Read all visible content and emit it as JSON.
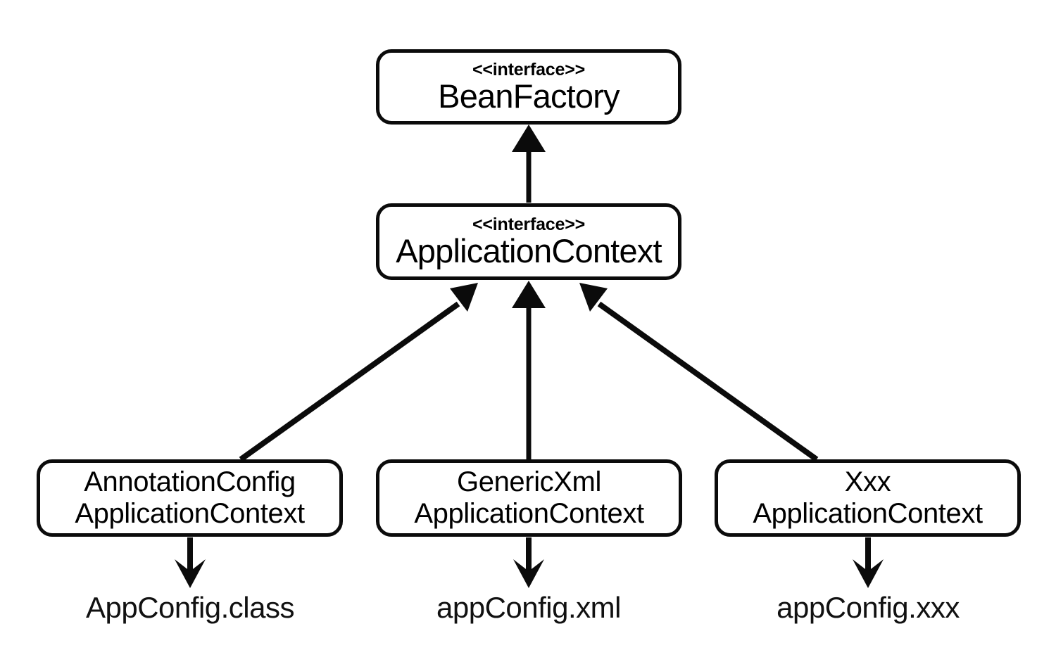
{
  "diagram": {
    "type": "uml-class-hierarchy",
    "background_color": "#ffffff",
    "stroke_color": "#0b0b0b",
    "text_color": "#000000"
  },
  "nodes": {
    "beanfactory": {
      "stereotype": "<<interface>>",
      "title": "BeanFactory"
    },
    "applicationcontext": {
      "stereotype": "<<interface>>",
      "title": "ApplicationContext"
    },
    "annotationconfig": {
      "title_line1": "AnnotationConfig",
      "title_line2": "ApplicationContext"
    },
    "genericxml": {
      "title_line1": "GenericXml",
      "title_line2": "ApplicationContext"
    },
    "xxx": {
      "title_line1": "Xxx",
      "title_line2": "ApplicationContext"
    }
  },
  "resources": {
    "appconfig_class": "AppConfig.class",
    "appconfig_xml": "appConfig.xml",
    "appconfig_xxx": "appConfig.xxx"
  },
  "connectors": [
    {
      "name": "applicationcontext-extends-beanfactory",
      "from": "applicationcontext",
      "to": "beanfactory",
      "kind": "generalization"
    },
    {
      "name": "annotationconfig-implements-applicationcontext",
      "from": "annotationconfig",
      "to": "applicationcontext",
      "kind": "realization"
    },
    {
      "name": "genericxml-implements-applicationcontext",
      "from": "genericxml",
      "to": "applicationcontext",
      "kind": "realization"
    },
    {
      "name": "xxx-implements-applicationcontext",
      "from": "xxx",
      "to": "applicationcontext",
      "kind": "realization"
    },
    {
      "name": "annotationconfig-reads-appconfig-class",
      "from": "annotationconfig",
      "to": "appconfig_class",
      "kind": "dependency"
    },
    {
      "name": "genericxml-reads-appconfig-xml",
      "from": "genericxml",
      "to": "appconfig_xml",
      "kind": "dependency"
    },
    {
      "name": "xxx-reads-appconfig-xxx",
      "from": "xxx",
      "to": "appconfig_xxx",
      "kind": "dependency"
    }
  ]
}
